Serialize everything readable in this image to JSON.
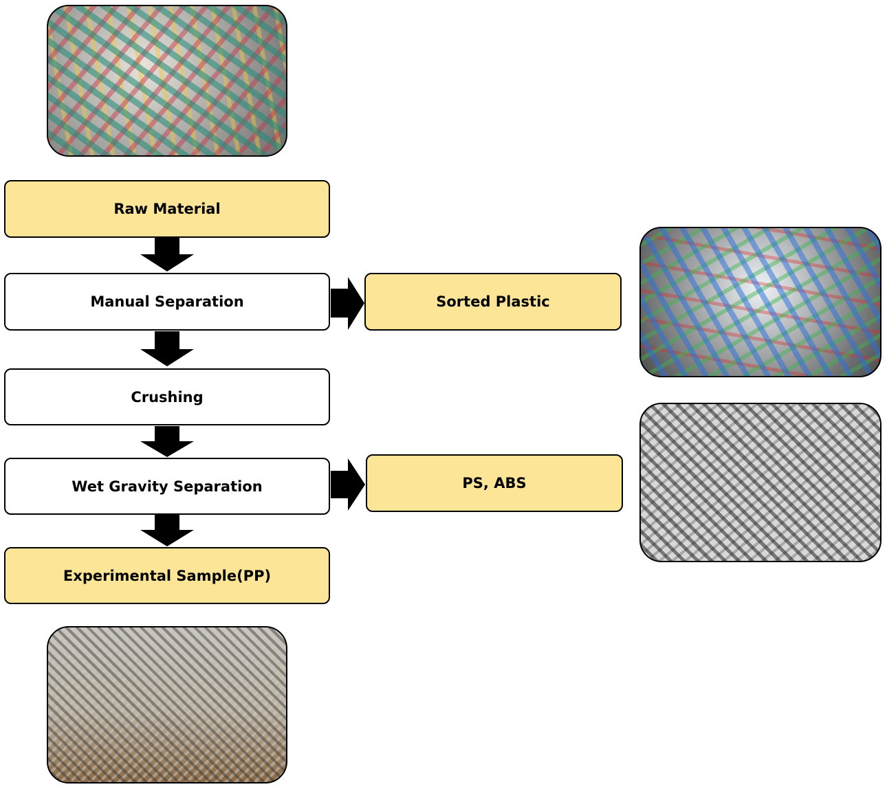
{
  "steps": {
    "raw_material": "Raw Material",
    "manual_separation": "Manual Separation",
    "crushing": "Crushing",
    "wet_gravity_separation": "Wet Gravity Separation",
    "experimental_sample": "Experimental Sample(PP)"
  },
  "outputs": {
    "sorted_plastic": "Sorted Plastic",
    "ps_abs": "PS,  ABS"
  },
  "colors": {
    "highlight_fill": "#fde598",
    "stroke": "#000000"
  }
}
